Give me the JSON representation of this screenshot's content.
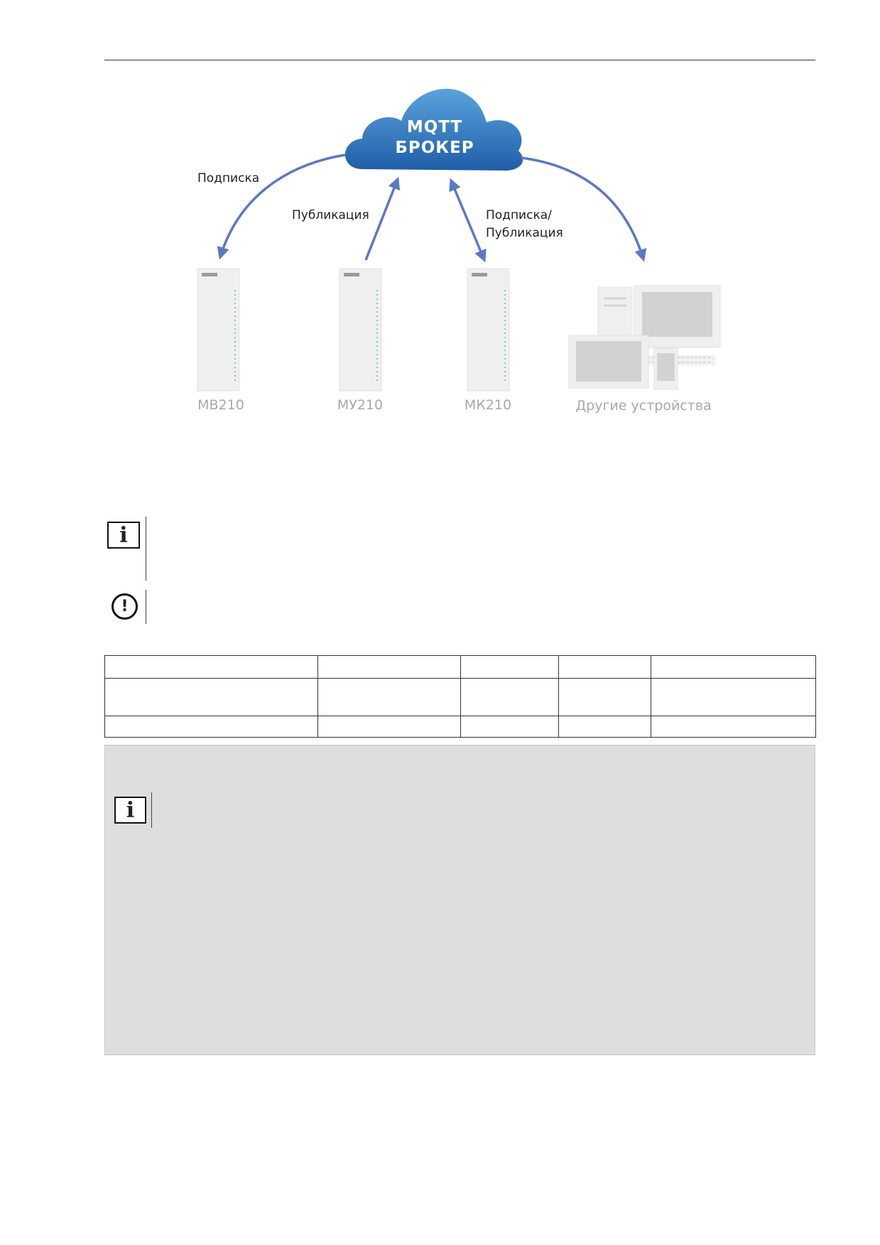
{
  "diagram": {
    "cloud": {
      "line1": "MQTT",
      "line2": "БРОКЕР"
    },
    "arrows": {
      "subscribe": "Подписка",
      "publish": "Публикация",
      "subpub_line1": "Подписка/",
      "subpub_line2": "Публикация"
    },
    "devices": [
      {
        "label": "МВ210"
      },
      {
        "label": "МУ210"
      },
      {
        "label": "МК210"
      },
      {
        "label": "Другие устройства"
      }
    ]
  },
  "notes": {
    "info_icon_glyph": "i",
    "warning_icon_glyph": "!"
  },
  "table": {
    "rows": [
      [
        "",
        "",
        "",
        "",
        ""
      ],
      [
        "",
        "",
        "",
        "",
        ""
      ],
      [
        "",
        "",
        "",
        "",
        ""
      ]
    ]
  },
  "colors": {
    "arrow": "#5b78c5",
    "cloud_top": "#4f9ad8",
    "cloud_bottom": "#1f5ea8",
    "panel": "#dedede"
  }
}
